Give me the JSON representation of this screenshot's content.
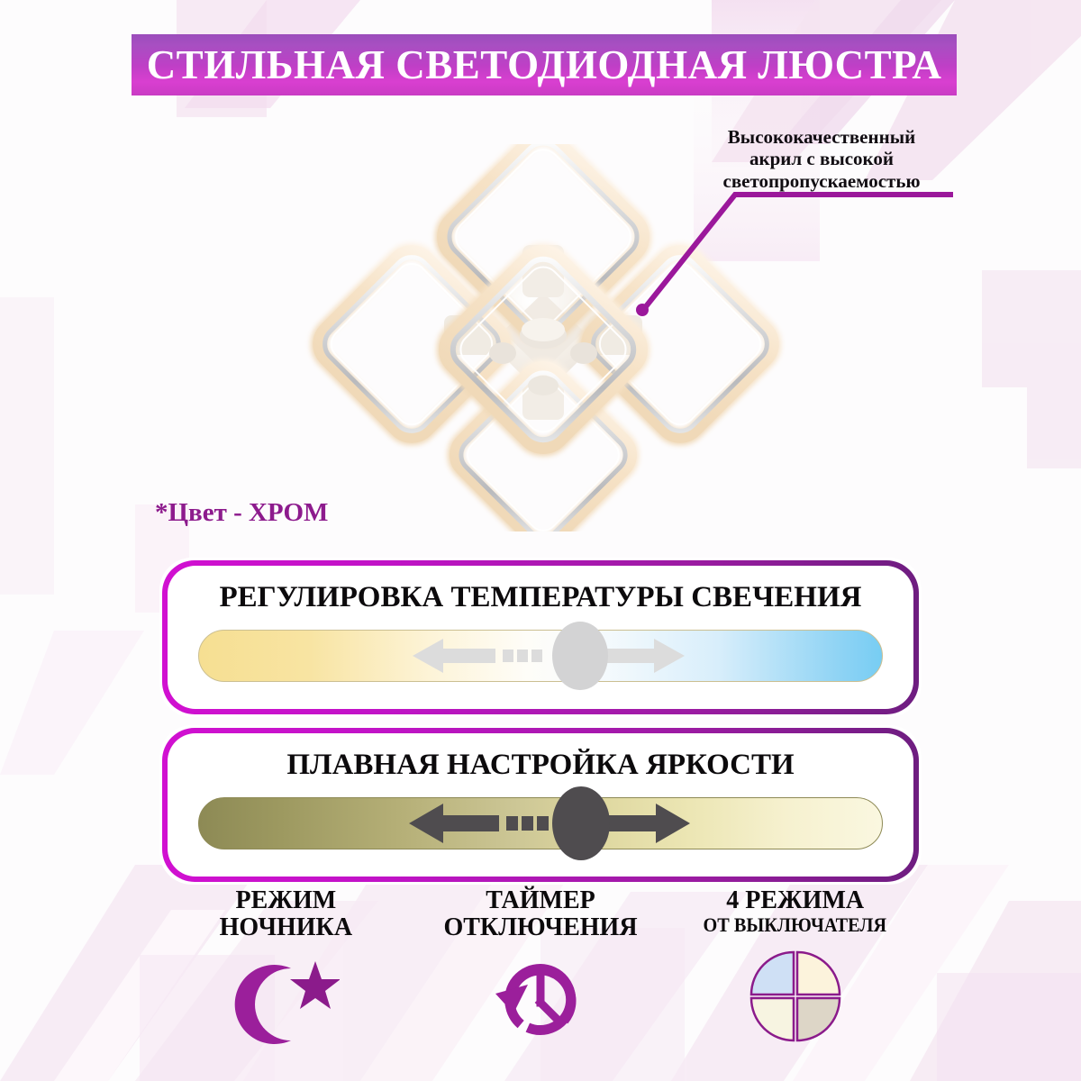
{
  "banner": {
    "title": "СТИЛЬНАЯ СВЕТОДИОДНАЯ ЛЮСТРА",
    "gradient_from": "#9b4dbb",
    "gradient_to": "#d93fd0"
  },
  "callout": {
    "line1": "Высококачественный",
    "line2": "акрил с высокой",
    "line3": "светопропускаемостью",
    "line_color": "#9b189b"
  },
  "color_note": {
    "text": "*Цвет - ХРОМ",
    "color": "#8d1b8d"
  },
  "panels": [
    {
      "id": "temperature",
      "title": "РЕГУЛИРОВКА ТЕМПЕРАТУРЫ СВЕЧЕНИЯ",
      "slider": {
        "left_color": "#f6df92",
        "mid_color": "#fefdf8",
        "right_color": "#77cdf3",
        "knob_color": "#d3d3d4",
        "arrow_color": "#dcdcdc",
        "left_arrow": "arrow-left-icon",
        "right_arrow": "arrow-right-icon",
        "knob_position_percent": 50
      }
    },
    {
      "id": "brightness",
      "title": "ПЛАВНАЯ НАСТРОЙКА ЯРКОСТИ",
      "slider": {
        "left_color": "#8d8a55",
        "mid_color": "#ded79f",
        "right_color": "#faf7e0",
        "knob_color": "#4f4c4f",
        "arrow_color": "#4f4c4f",
        "left_arrow": "arrow-left-icon",
        "right_arrow": "arrow-right-icon",
        "knob_position_percent": 50
      }
    }
  ],
  "border_gradient": {
    "from": "#d110d1",
    "to": "#6e1d80"
  },
  "features": [
    {
      "id": "night-mode",
      "line1": "РЕЖИМ",
      "line2": "НОЧНИКА",
      "sub": "",
      "icon": "moon-star-icon",
      "icon_color": "#9b1f9b"
    },
    {
      "id": "off-timer",
      "line1": "ТАЙМЕР",
      "line2": "ОТКЛЮЧЕНИЯ",
      "sub": "",
      "icon": "clock-rotate-icon",
      "icon_color": "#9b1f9b"
    },
    {
      "id": "four-modes",
      "line1": "4 РЕЖИМА",
      "line2": "",
      "sub": "ОТ ВЫКЛЮЧАТЕЛЯ",
      "icon": "four-quadrant-circle-icon",
      "icon_color": "#9b1f9b",
      "quadrants": [
        "#cfe0f5",
        "#fcf3dc",
        "#f7f4e1",
        "#ddd6c7"
      ]
    }
  ],
  "product": {
    "name": "led-chandelier",
    "ring_count": 5,
    "glow_color": "#f7e6cd",
    "frame_color": "#d7d8da"
  },
  "background": {
    "base_color": "#fdfcfd",
    "accent_color": "#f7e9f3"
  }
}
